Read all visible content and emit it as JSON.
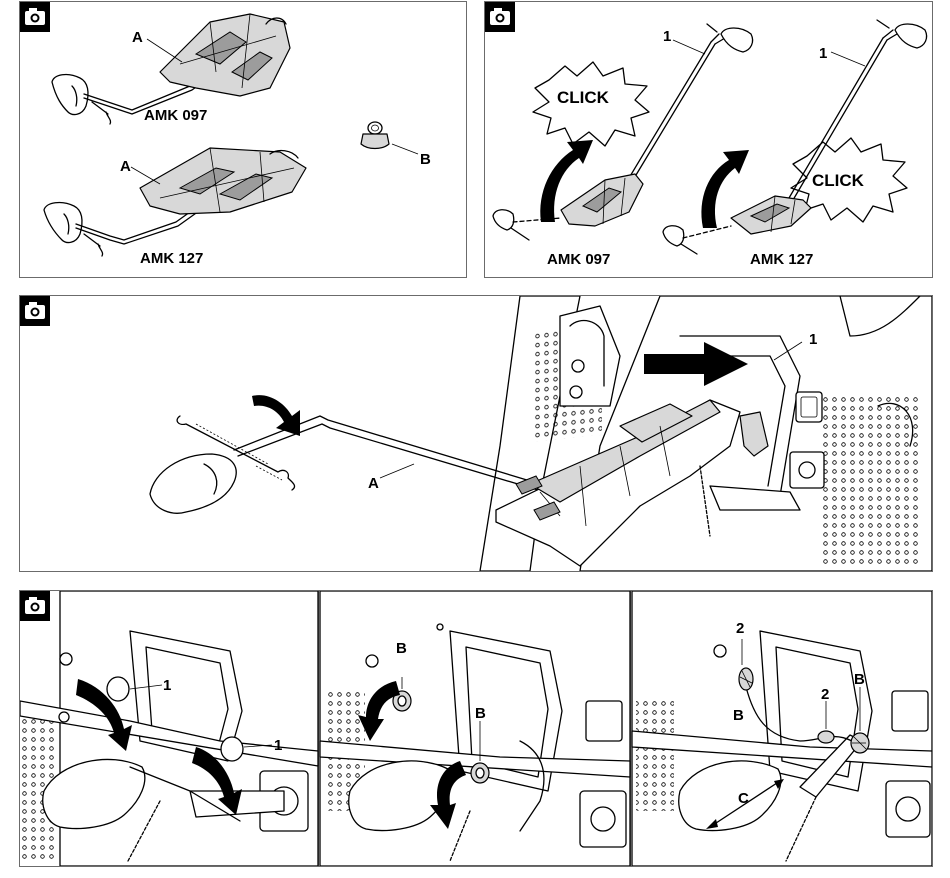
{
  "figure": {
    "panel1": {
      "labels": {
        "a_top": "A",
        "model_top": "AMK 097",
        "a_bottom": "A",
        "model_bottom": "AMK 127",
        "b": "B"
      },
      "icons": [
        "camera-icon",
        "lever-pedal",
        "eye-bolt"
      ]
    },
    "panel2": {
      "labels": {
        "num_left": "1",
        "num_right": "1",
        "click_left": "CLICK",
        "click_right": "CLICK",
        "model_left": "AMK 097",
        "model_right": "AMK 127"
      },
      "icons": [
        "camera-icon",
        "curved-arrow-icon",
        "click-burst-icon"
      ]
    },
    "panel3": {
      "labels": {
        "num": "1",
        "a": "A"
      },
      "icons": [
        "camera-icon",
        "push-arrow-icon",
        "curved-arrow-icon"
      ]
    },
    "panel4": {
      "sub1": {
        "num_top": "1",
        "num_bottom": "1"
      },
      "sub2": {
        "b_top": "B",
        "b_bottom": "B"
      },
      "sub3": {
        "num_left": "2",
        "b_left": "B",
        "num_mid": "2",
        "b_right": "B",
        "c": "C"
      },
      "icons": [
        "camera-icon",
        "curved-arrow-icon"
      ]
    },
    "colors": {
      "stroke": "#000000",
      "fill_light": "#d8d8d8",
      "fill_dark": "#9c9c9c",
      "border": "#6b6b6b"
    }
  }
}
